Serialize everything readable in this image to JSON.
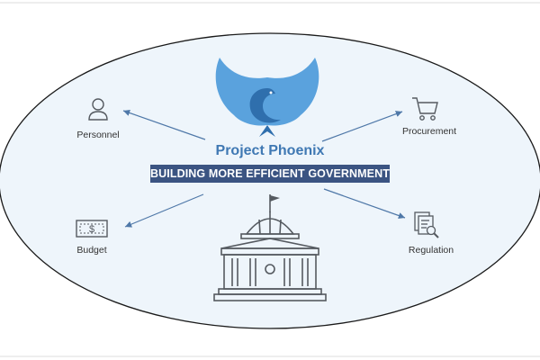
{
  "diagram": {
    "title": "Project Phoenix",
    "subtitle": "BUILDING MORE EFFICIENT GOVERNMENT",
    "nodes": [
      {
        "id": "personnel",
        "label": "Personnel",
        "icon": "person-icon"
      },
      {
        "id": "procurement",
        "label": "Procurement",
        "icon": "shopping-cart-icon"
      },
      {
        "id": "budget",
        "label": "Budget",
        "icon": "dollar-bill-icon"
      },
      {
        "id": "regulation",
        "label": "Regulation",
        "icon": "document-magnifier-icon"
      }
    ],
    "center_icons": [
      "phoenix-logo-icon",
      "capitol-building-icon"
    ]
  },
  "colors": {
    "accent_blue": "#3f78b3",
    "phoenix_light": "#5aa2dd",
    "phoenix_dark": "#2f6fad",
    "banner_bg": "#3b5482",
    "arrow": "#4f78a8",
    "ellipse_fill": "#eef5fb",
    "icon_stroke": "#555a60"
  }
}
